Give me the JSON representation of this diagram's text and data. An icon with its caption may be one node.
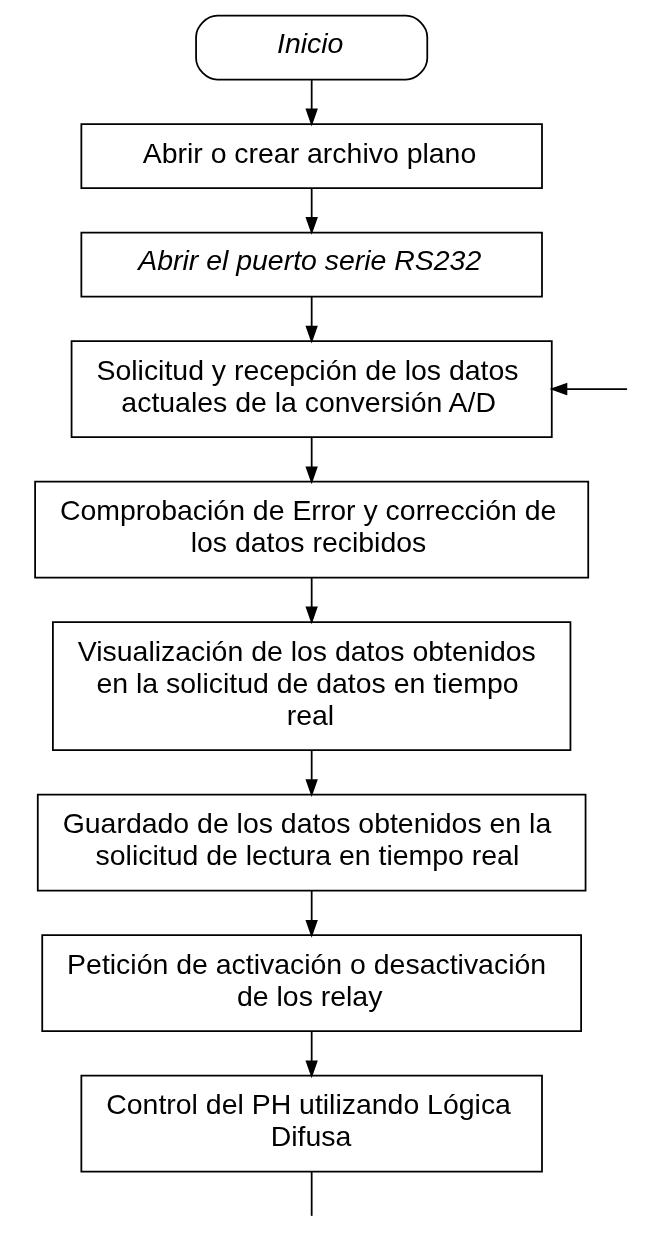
{
  "diagram": {
    "nodes": [
      {
        "text": [
          "Inicio"
        ]
      },
      {
        "text": [
          "Abrir o crear archivo plano"
        ]
      },
      {
        "text": [
          "Abrir el puerto serie RS232"
        ]
      },
      {
        "text": [
          "Solicitud y recepción de los datos actuales de la conversión A/D"
        ]
      },
      {
        "text": [
          "Comprobación de Error y corrección de los datos recibidos"
        ]
      },
      {
        "text": [
          "Visualización de los datos obtenidos en la solicitud de datos en tiempo real"
        ]
      },
      {
        "text": [
          "Guardado de los datos obtenidos en la solicitud de lectura en tiempo real"
        ]
      },
      {
        "text": [
          "Petición de activación o desactivación de los relay"
        ]
      },
      {
        "text": [
          "Control del PH utilizando Lógica Difusa"
        ]
      }
    ],
    "edges": [
      {
        "from": 0,
        "to": 1,
        "arrow": "to"
      },
      {
        "from": 1,
        "to": 2,
        "arrow": "to"
      },
      {
        "from": 2,
        "to": 3,
        "arrow": "to"
      },
      {
        "from": null,
        "to": 3,
        "arrow": "to"
      },
      {
        "from": 3,
        "to": 4,
        "arrow": "to"
      },
      {
        "from": 4,
        "to": 5,
        "arrow": "to"
      },
      {
        "from": 5,
        "to": 6,
        "arrow": "to"
      },
      {
        "from": 6,
        "to": 7,
        "arrow": "to"
      },
      {
        "from": 7,
        "to": 8,
        "arrow": "to"
      },
      {
        "from": 8,
        "to": null,
        "arrow": "none"
      }
    ]
  }
}
